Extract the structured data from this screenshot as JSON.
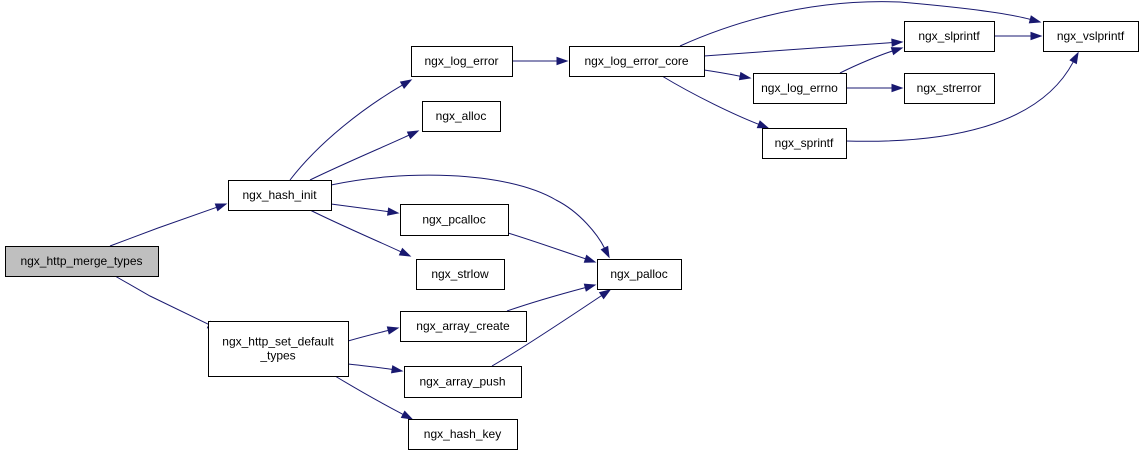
{
  "nodes": [
    {
      "id": "merge_types",
      "label": [
        "ngx_http_merge_types"
      ],
      "root": true
    },
    {
      "id": "hash_init",
      "label": [
        "ngx_hash_init"
      ]
    },
    {
      "id": "set_default",
      "label": [
        "ngx_http_set_default",
        "_types"
      ]
    },
    {
      "id": "log_error",
      "label": [
        "ngx_log_error"
      ]
    },
    {
      "id": "alloc",
      "label": [
        "ngx_alloc"
      ]
    },
    {
      "id": "pcalloc",
      "label": [
        "ngx_pcalloc"
      ]
    },
    {
      "id": "strlow",
      "label": [
        "ngx_strlow"
      ]
    },
    {
      "id": "palloc",
      "label": [
        "ngx_palloc"
      ]
    },
    {
      "id": "array_create",
      "label": [
        "ngx_array_create"
      ]
    },
    {
      "id": "array_push",
      "label": [
        "ngx_array_push"
      ]
    },
    {
      "id": "hash_key",
      "label": [
        "ngx_hash_key"
      ]
    },
    {
      "id": "log_error_core",
      "label": [
        "ngx_log_error_core"
      ]
    },
    {
      "id": "slprintf",
      "label": [
        "ngx_slprintf"
      ]
    },
    {
      "id": "log_errno",
      "label": [
        "ngx_log_errno"
      ]
    },
    {
      "id": "sprintf",
      "label": [
        "ngx_sprintf"
      ]
    },
    {
      "id": "strerror",
      "label": [
        "ngx_strerror"
      ]
    },
    {
      "id": "vslprintf",
      "label": [
        "ngx_vslprintf"
      ]
    }
  ],
  "edges": [
    {
      "from": "merge_types",
      "to": "hash_init"
    },
    {
      "from": "merge_types",
      "to": "set_default"
    },
    {
      "from": "hash_init",
      "to": "log_error"
    },
    {
      "from": "hash_init",
      "to": "alloc"
    },
    {
      "from": "hash_init",
      "to": "palloc"
    },
    {
      "from": "hash_init",
      "to": "pcalloc"
    },
    {
      "from": "hash_init",
      "to": "strlow"
    },
    {
      "from": "log_error",
      "to": "log_error_core"
    },
    {
      "from": "log_error_core",
      "to": "vslprintf"
    },
    {
      "from": "log_error_core",
      "to": "slprintf"
    },
    {
      "from": "log_error_core",
      "to": "log_errno"
    },
    {
      "from": "log_error_core",
      "to": "sprintf"
    },
    {
      "from": "slprintf",
      "to": "vslprintf"
    },
    {
      "from": "log_errno",
      "to": "slprintf"
    },
    {
      "from": "log_errno",
      "to": "strerror"
    },
    {
      "from": "sprintf",
      "to": "vslprintf"
    },
    {
      "from": "pcalloc",
      "to": "palloc"
    },
    {
      "from": "set_default",
      "to": "array_create"
    },
    {
      "from": "set_default",
      "to": "array_push"
    },
    {
      "from": "set_default",
      "to": "hash_key"
    },
    {
      "from": "array_create",
      "to": "palloc"
    },
    {
      "from": "array_push",
      "to": "palloc"
    }
  ]
}
